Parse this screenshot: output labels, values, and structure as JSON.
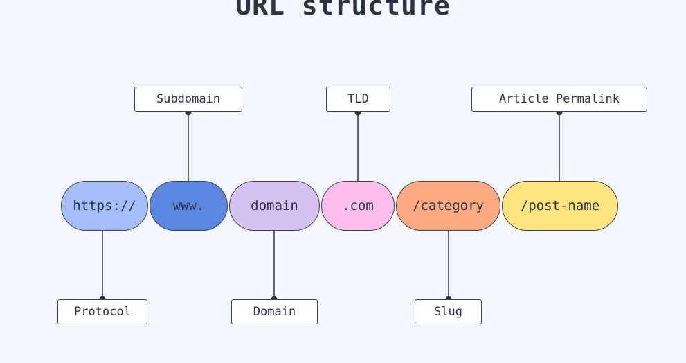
{
  "title": "URL structure",
  "segments": {
    "protocol": "https://",
    "subdomain": "www.",
    "domain": "domain",
    "tld": ".com",
    "category": "/category",
    "post": "/post-name"
  },
  "labels": {
    "subdomain": "Subdomain",
    "tld": "TLD",
    "permalink": "Article Permalink",
    "protocol": "Protocol",
    "domain": "Domain",
    "slug": "Slug"
  },
  "colors": {
    "protocol": "#a5befa",
    "subdomain": "#5b87e0",
    "domain": "#d6c2f2",
    "tld": "#fcbfec",
    "category": "#fdaa82",
    "post": "#fde47e"
  }
}
